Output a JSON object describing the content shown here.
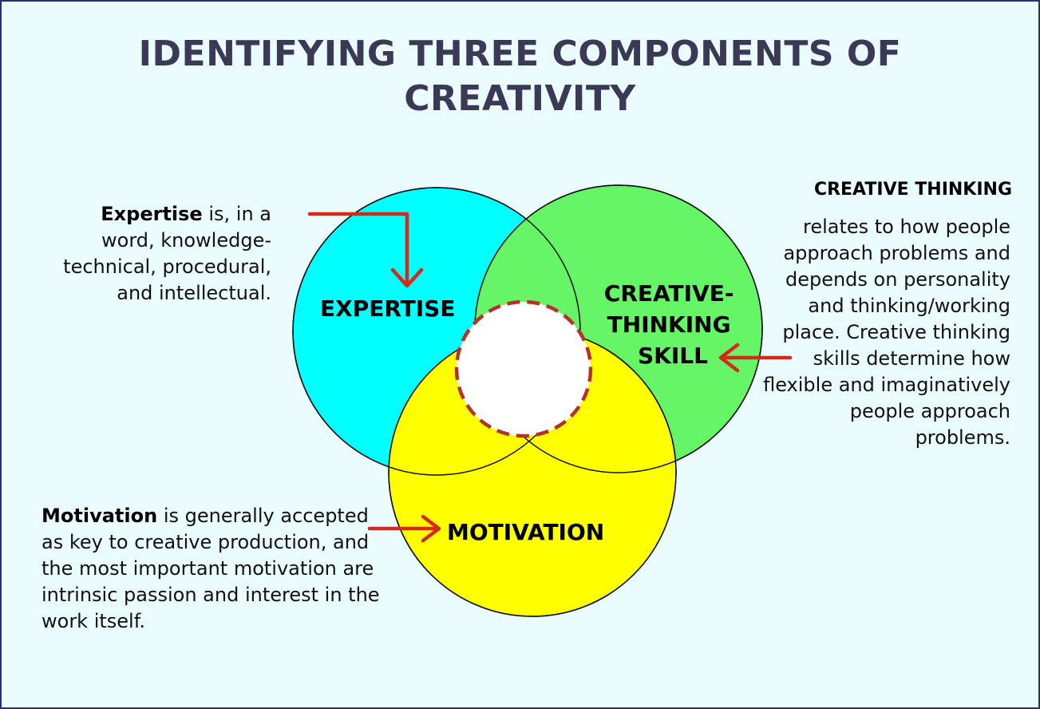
{
  "title": {
    "line1": "IDENTIFYING THREE COMPONENTS OF",
    "line2": "CREATIVITY"
  },
  "circles": {
    "expertise": {
      "label": "EXPERTISE",
      "color": "#00ffff"
    },
    "creative": {
      "label_lines": [
        "CREATIVE-",
        "THINKING",
        "SKILL"
      ],
      "color": "#66f566"
    },
    "motivation": {
      "label": "MOTIVATION",
      "color": "#ffff00"
    },
    "center": {
      "color": "#ffffff",
      "border_color": "#b5322a"
    }
  },
  "arrow_color": "#d42a1c",
  "descriptions": {
    "expertise": {
      "term": "Expertise",
      "text": " is, in a word, knowledge-technical, procedural, and intellectual."
    },
    "creative": {
      "heading": "CREATIVE THINKING",
      "text": "relates to how people approach problems and depends on personality and thinking/working place. Creative thinking skills determine how flexible and imaginatively people approach problems."
    },
    "motivation": {
      "term": "Motivation",
      "text": " is generally accepted as key to creative production, and the most important motivation are intrinsic passion and interest in the work itself."
    }
  }
}
